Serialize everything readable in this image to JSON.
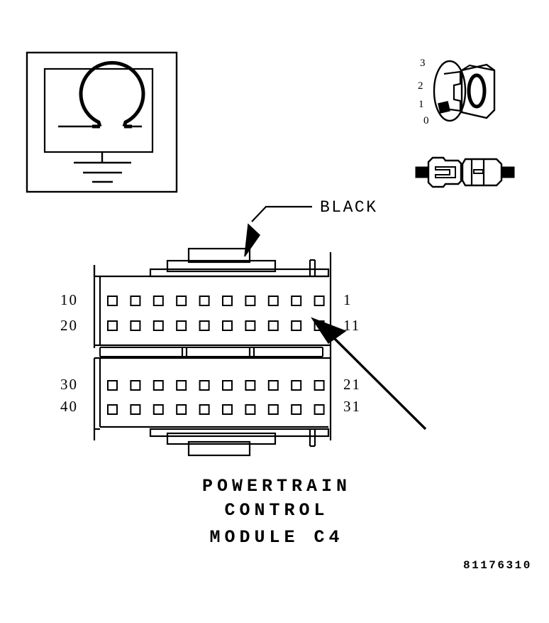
{
  "document": {
    "title": "Powertrain Control Module C4 Connector Face View",
    "background_color": "#ffffff",
    "line_color": "#000000"
  },
  "symbol_box": {
    "name": "shielded-ground-symbol",
    "description": "Shield symbol with ground"
  },
  "connector_3d": {
    "name": "connector-3d-view",
    "scale_marks": [
      "3",
      "2",
      "1",
      "0"
    ]
  },
  "connector_side": {
    "name": "connector-side-view"
  },
  "wire_callout": {
    "label": "BLACK"
  },
  "connector": {
    "name": "powertrain-control-module-c4",
    "rows": 4,
    "pins_per_row": 10,
    "total_pins": 40,
    "left_labels": [
      "10",
      "20",
      "30",
      "40"
    ],
    "right_labels": [
      "1",
      "11",
      "21",
      "31"
    ]
  },
  "caption": {
    "lines": [
      "POWERTRAIN",
      "CONTROL",
      "MODULE C4"
    ]
  },
  "footer": {
    "part_number": "81176310"
  }
}
